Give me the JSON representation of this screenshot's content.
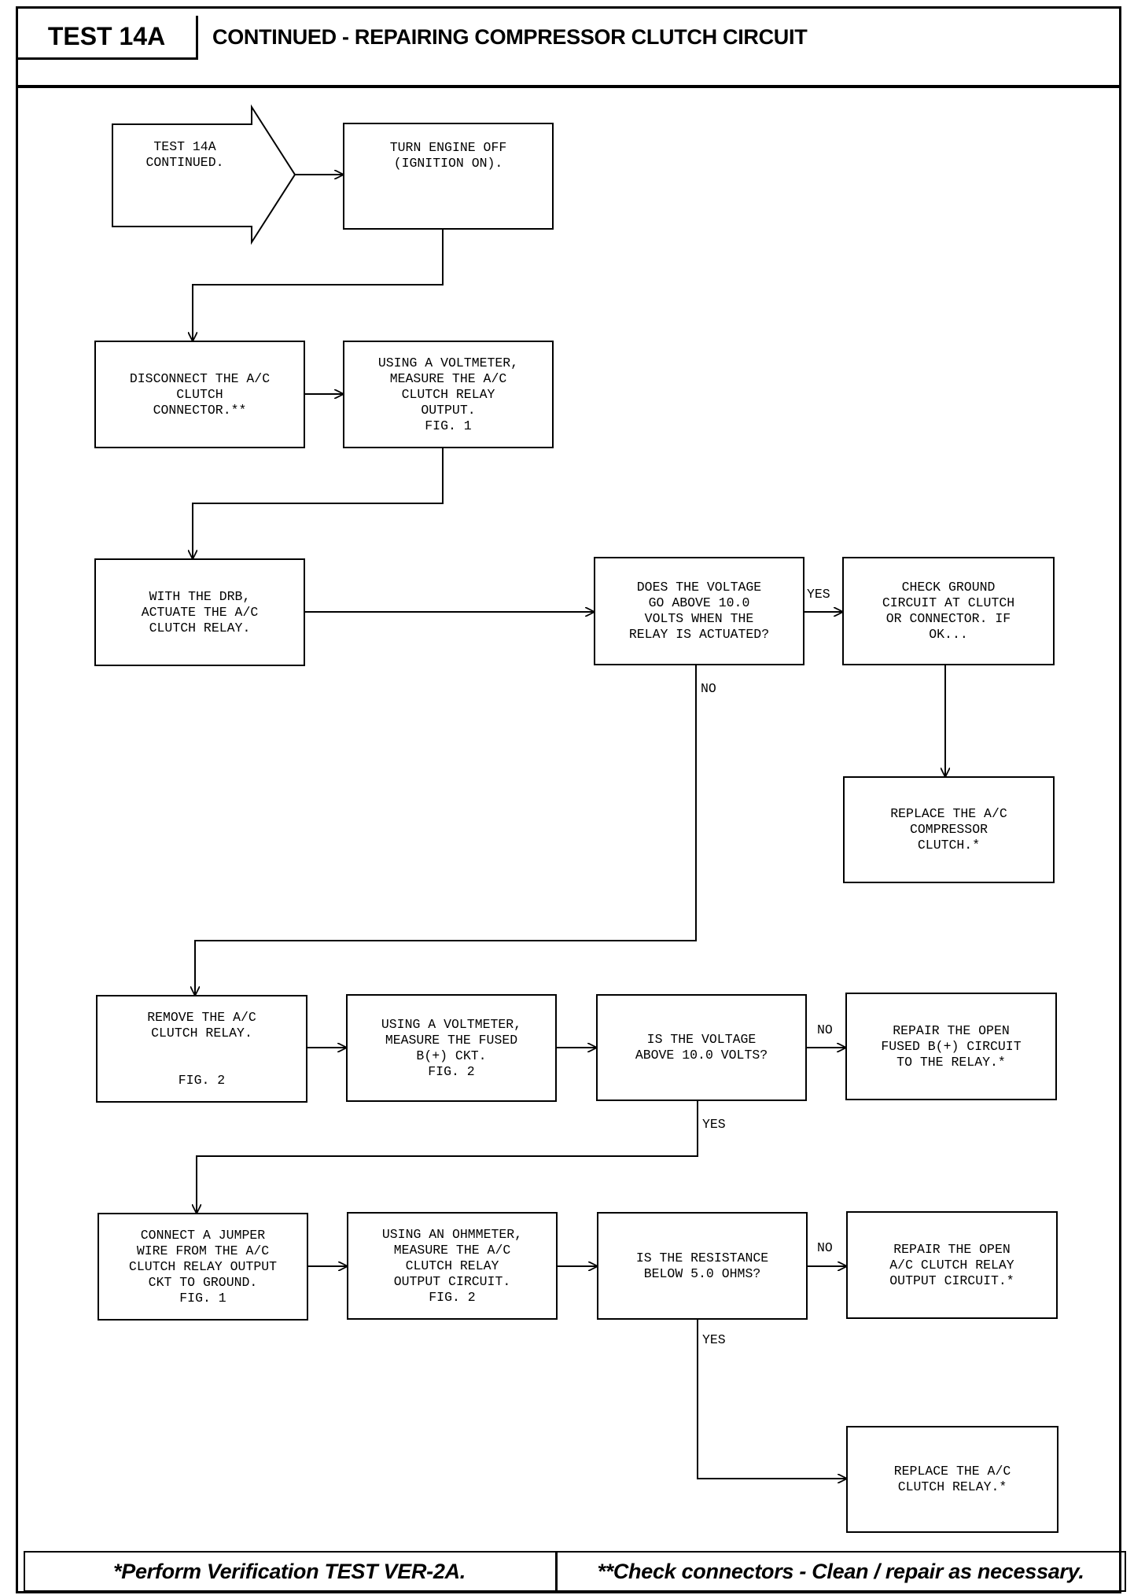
{
  "header": {
    "test_id": "TEST 14A",
    "title": "CONTINUED - REPAIRING COMPRESSOR CLUTCH CIRCUIT"
  },
  "flow": {
    "start": "TEST 14A\nCONTINUED.",
    "turn_engine_off": "TURN ENGINE OFF\n(IGNITION ON).",
    "disconnect": "DISCONNECT THE A/C\nCLUTCH\nCONNECTOR.**",
    "measure_relay_output": "USING A VOLTMETER,\nMEASURE THE A/C\nCLUTCH RELAY\nOUTPUT.\nFIG. 1",
    "actuate": "WITH THE DRB,\nACTUATE THE A/C\nCLUTCH RELAY.",
    "q_voltage_actuated": "DOES THE VOLTAGE\nGO ABOVE 10.0\nVOLTS WHEN THE\nRELAY IS ACTUATED?",
    "check_ground": "CHECK GROUND\nCIRCUIT AT CLUTCH\nOR CONNECTOR. IF\nOK...",
    "replace_clutch": "REPLACE THE A/C\nCOMPRESSOR\nCLUTCH.*",
    "remove_relay": "REMOVE THE A/C\nCLUTCH RELAY.\n\n\nFIG. 2",
    "measure_fused": "USING A VOLTMETER,\nMEASURE THE FUSED\nB(+) CKT.\nFIG. 2",
    "q_voltage_above": "IS THE VOLTAGE\nABOVE 10.0 VOLTS?",
    "repair_fused": "REPAIR THE OPEN\nFUSED B(+) CIRCUIT\nTO THE RELAY.*",
    "connect_jumper": "CONNECT A JUMPER\nWIRE FROM THE A/C\nCLUTCH RELAY OUTPUT\nCKT TO GROUND.\nFIG. 1",
    "measure_ohm": "USING AN OHMMETER,\nMEASURE THE A/C\nCLUTCH RELAY\nOUTPUT CIRCUIT.\nFIG. 2",
    "q_resistance": "IS THE RESISTANCE\nBELOW 5.0 OHMS?",
    "repair_output": "REPAIR THE OPEN\nA/C CLUTCH RELAY\nOUTPUT CIRCUIT.*",
    "replace_relay": "REPLACE THE A/C\nCLUTCH RELAY.*"
  },
  "edge_labels": {
    "yes_1": "YES",
    "no_1": "NO",
    "no_2": "NO",
    "yes_2": "YES",
    "no_3": "NO",
    "yes_3": "YES"
  },
  "footer": {
    "left": "*Perform Verification TEST VER-2A.",
    "right": "**Check connectors - Clean / repair as necessary."
  }
}
